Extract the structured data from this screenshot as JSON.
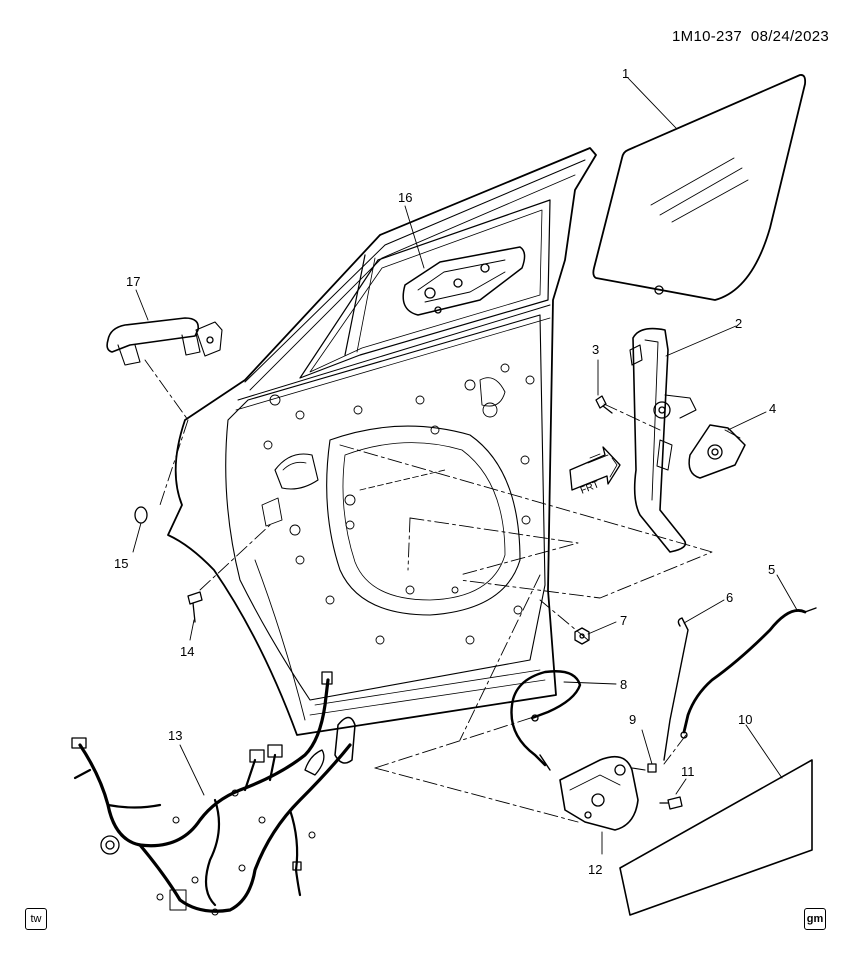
{
  "header": {
    "diagram_id": "1M10-237",
    "date": "08/24/2023"
  },
  "direction_label": "FRT",
  "badges": {
    "left": "tw",
    "right": "gm"
  },
  "callouts": [
    {
      "id": "c1",
      "label": "1"
    },
    {
      "id": "c2",
      "label": "2"
    },
    {
      "id": "c3",
      "label": "3"
    },
    {
      "id": "c4",
      "label": "4"
    },
    {
      "id": "c5",
      "label": "5"
    },
    {
      "id": "c6",
      "label": "6"
    },
    {
      "id": "c7",
      "label": "7"
    },
    {
      "id": "c8",
      "label": "8"
    },
    {
      "id": "c9",
      "label": "9"
    },
    {
      "id": "c10",
      "label": "10"
    },
    {
      "id": "c11",
      "label": "11"
    },
    {
      "id": "c12",
      "label": "12"
    },
    {
      "id": "c13",
      "label": "13"
    },
    {
      "id": "c14",
      "label": "14"
    },
    {
      "id": "c15",
      "label": "15"
    },
    {
      "id": "c16",
      "label": "16"
    },
    {
      "id": "c17",
      "label": "17"
    }
  ]
}
